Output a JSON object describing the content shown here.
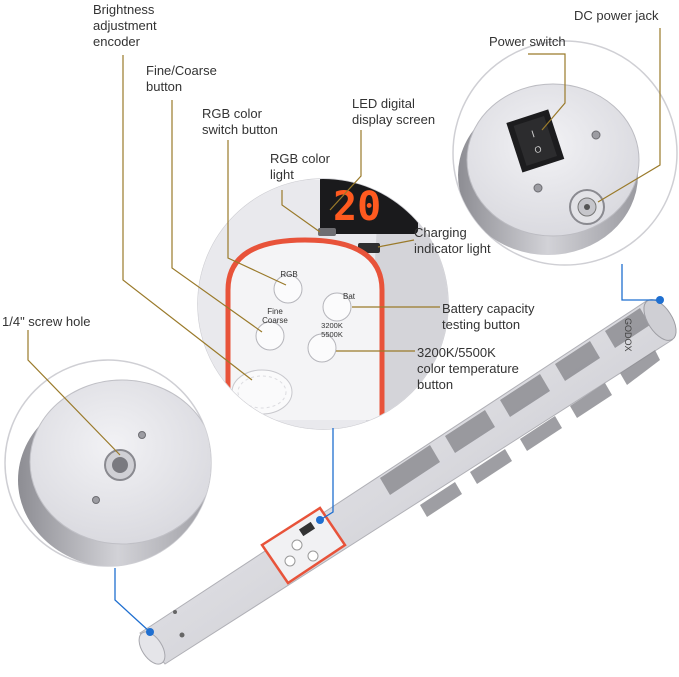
{
  "labels": {
    "brightness_encoder": [
      "Brightness",
      "adjustment",
      "encoder"
    ],
    "fine_coarse": [
      "Fine/Coarse",
      "button"
    ],
    "rgb_switch": [
      "RGB color",
      "switch button"
    ],
    "led_display": [
      "LED digital",
      "display screen"
    ],
    "rgb_light": [
      "RGB color",
      "light"
    ],
    "charging_light": [
      "Charging",
      "indicator light"
    ],
    "battery_button": [
      "Battery capacity",
      "testing button"
    ],
    "color_temp_button": [
      "3200K/5500K",
      "color temperature",
      "button"
    ],
    "screw_hole": "1/4\" screw hole",
    "power_switch": "Power switch",
    "dc_jack": "DC power jack"
  },
  "device_text": {
    "display_value": "20",
    "rgb": "RGB",
    "bat": "Bat",
    "fine": "Fine",
    "coarse": "Coarse",
    "k3200": "3200K",
    "k5500": "5500K",
    "brand": "GODOX",
    "switch_on": "I",
    "switch_off": "O"
  },
  "colors": {
    "leader": "#9a7a2a",
    "blue_leader": "#1f6fd0",
    "accent_red": "#e8533a",
    "display_digits": "#ff5a1f"
  }
}
